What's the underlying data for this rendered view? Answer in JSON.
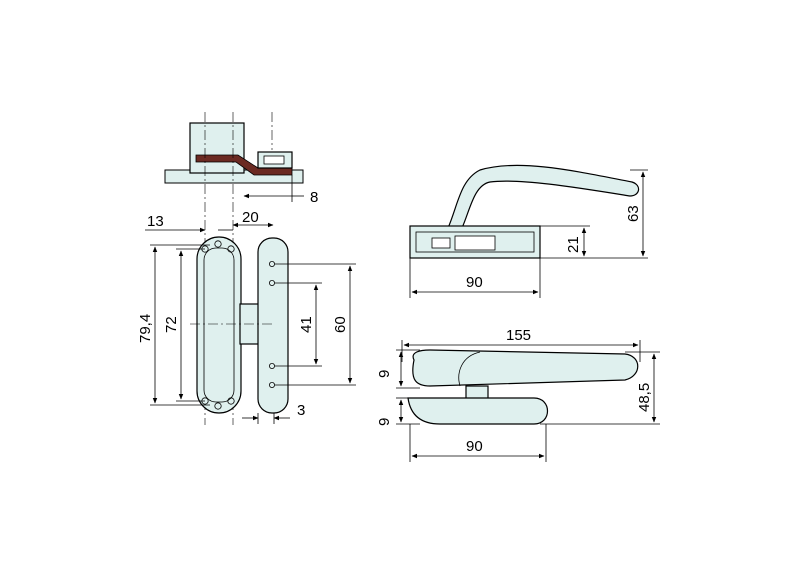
{
  "dimensions": {
    "d13": "13",
    "d20": "20",
    "d8": "8",
    "d79_4": "79,4",
    "d72": "72",
    "d41": "41",
    "d60": "60",
    "d3": "3",
    "d63": "63",
    "d21": "21",
    "d90_top": "90",
    "d155": "155",
    "d9_a": "9",
    "d9_b": "9",
    "d48_5": "48,5",
    "d90_bottom": "90"
  },
  "colors": {
    "part_fill": "#dff0ee",
    "gasket_dark": "#6b2a22",
    "line": "#000000",
    "background": "#ffffff"
  }
}
